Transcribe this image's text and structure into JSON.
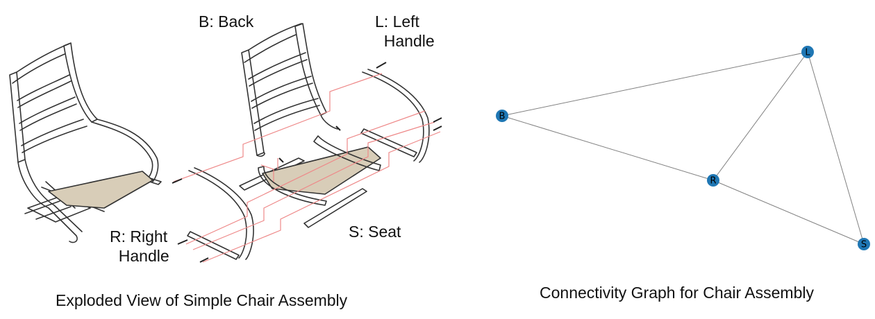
{
  "exploded_view": {
    "caption": "Exploded View of Simple Chair Assembly",
    "labels": {
      "back": "B: Back",
      "left_handle": "L: Left\n  Handle",
      "right_handle": "R: Right\n  Handle",
      "seat": "S: Seat"
    }
  },
  "graph": {
    "caption": "Connectivity Graph for Chair Assembly",
    "node_color": "#1f77b4",
    "edge_color": "#808080",
    "nodes": [
      "B",
      "L",
      "R",
      "S"
    ],
    "edges": [
      [
        "B",
        "L"
      ],
      [
        "B",
        "R"
      ],
      [
        "L",
        "R"
      ],
      [
        "L",
        "S"
      ],
      [
        "R",
        "S"
      ]
    ]
  }
}
